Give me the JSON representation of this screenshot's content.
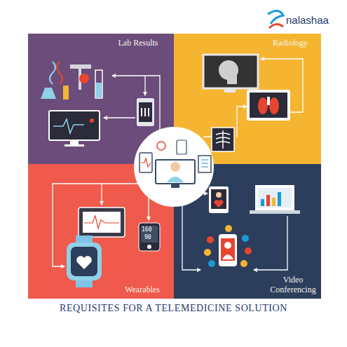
{
  "diagram": {
    "title": "REQUISITES FOR A TELEMEDICINE SOLUTION",
    "nodes": [
      {
        "text": [
          "Lab Results"
        ]
      },
      {
        "text": [
          "Radiology"
        ]
      },
      {
        "text": [
          "Wearables"
        ]
      },
      {
        "text": [
          "Video Conferencing"
        ]
      }
    ],
    "labels": [
      "nalashaa",
      "160",
      "90"
    ]
  }
}
